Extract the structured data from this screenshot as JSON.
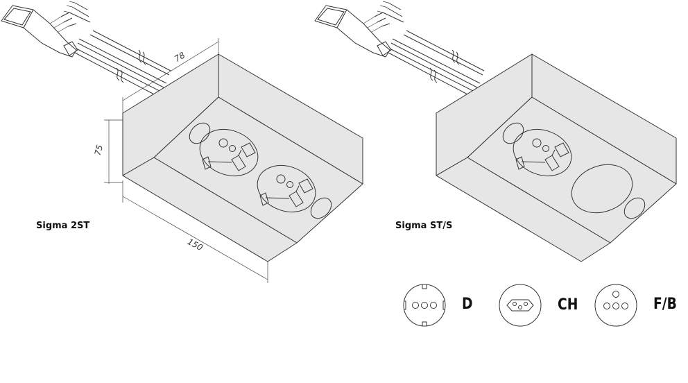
{
  "products": [
    {
      "name": "Sigma 2ST",
      "dimensions": {
        "depth": "78",
        "height": "75",
        "width": "150"
      }
    },
    {
      "name": "Sigma ST/S"
    }
  ],
  "socket_types": [
    {
      "code": "D",
      "icon": "schuko-socket-icon"
    },
    {
      "code": "CH",
      "icon": "swiss-socket-icon"
    },
    {
      "code": "F/B",
      "icon": "french-belgian-socket-icon"
    }
  ]
}
